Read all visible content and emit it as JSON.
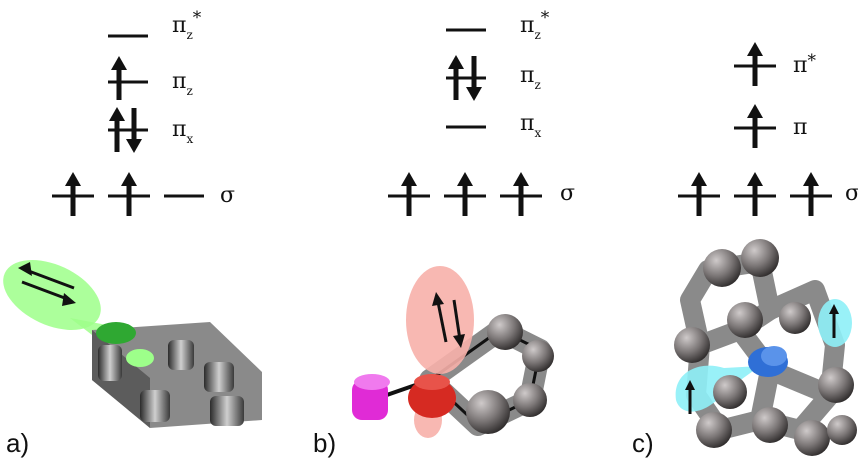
{
  "panels": [
    {
      "label": "a)",
      "levels": {
        "pi_z_star": {
          "base": "π",
          "sub": "z",
          "sup": "*"
        },
        "pi_z": {
          "base": "π",
          "sub": "z"
        },
        "pi_x": {
          "base": "π",
          "sub": "x"
        },
        "sigma": {
          "base": "σ"
        }
      }
    },
    {
      "label": "b)",
      "levels": {
        "pi_z_star": {
          "base": "π",
          "sub": "z",
          "sup": "*"
        },
        "pi_z": {
          "base": "π",
          "sub": "z"
        },
        "pi_x": {
          "base": "π",
          "sub": "x"
        },
        "sigma": {
          "base": "σ"
        }
      }
    },
    {
      "label": "c)",
      "levels": {
        "pi_star": {
          "base": "π",
          "sup": "*"
        },
        "pi": {
          "base": "π"
        },
        "sigma": {
          "base": "σ"
        }
      }
    }
  ],
  "colors": {
    "lobe_green": "#9dff8a",
    "lobe_green_dark": "#2fa832",
    "lobe_red": "#f7b0aa",
    "lobe_red_dark": "#d62a22",
    "lobe_magenta": "#e02bd6",
    "lobe_cyan": "#8ef0f7",
    "lobe_blue": "#2f6fd6",
    "bond_grey": "#8a8a8a",
    "atom_grey": "#6e6a6a"
  }
}
